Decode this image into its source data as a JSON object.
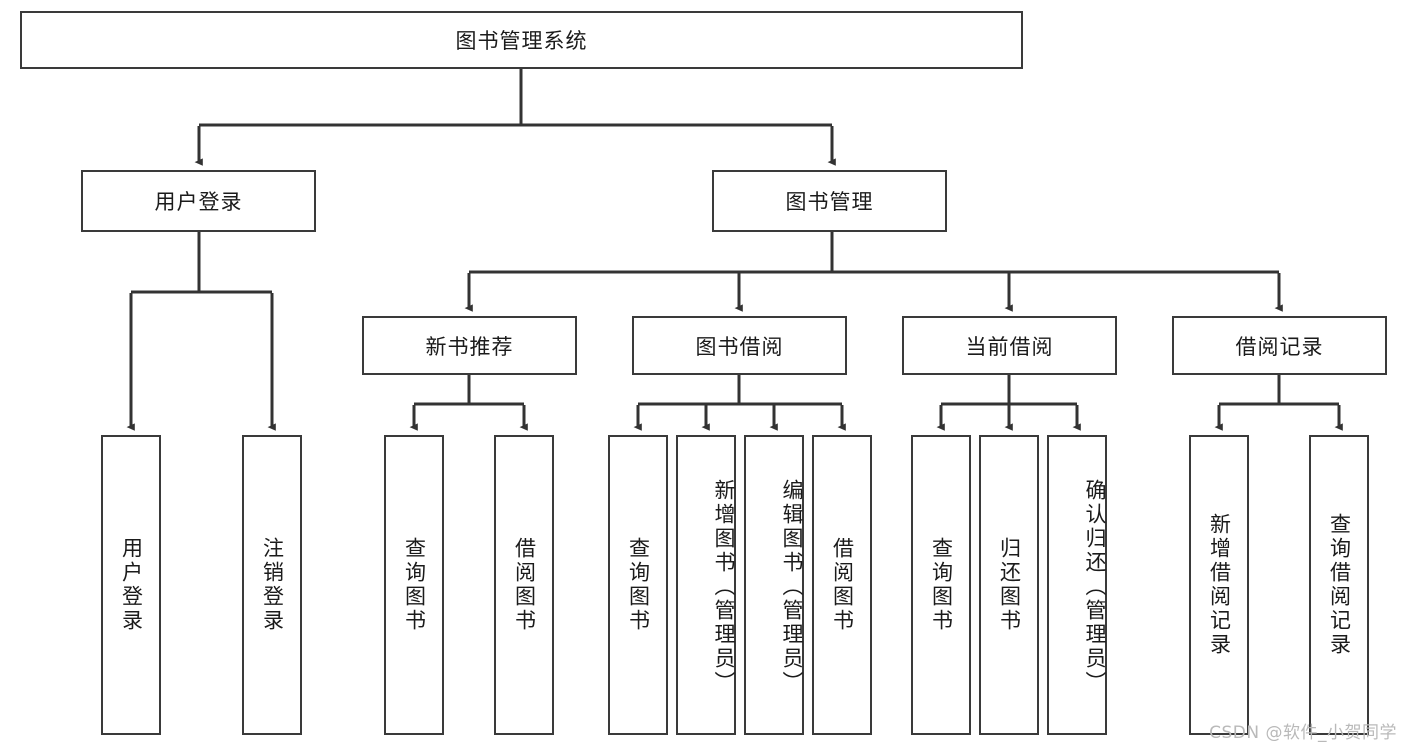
{
  "diagram": {
    "title": "图书管理系统",
    "type": "tree-hierarchy",
    "watermark": "CSDN @软件_小贺同学",
    "colors": {
      "box_border": "#3a3a3a",
      "box_fill": "#ffffff",
      "edge": "#333333",
      "text": "#1b1b1b",
      "watermark": "#b9b9b9"
    },
    "nodes": {
      "root": {
        "label": "图书管理系统",
        "level": 1,
        "orientation": "horizontal"
      },
      "user_login": {
        "label": "用户登录",
        "level": 2,
        "orientation": "horizontal"
      },
      "book_manage": {
        "label": "图书管理",
        "level": 2,
        "orientation": "horizontal"
      },
      "new_book_rec": {
        "label": "新书推荐",
        "level": 3,
        "orientation": "horizontal"
      },
      "book_borrow": {
        "label": "图书借阅",
        "level": 3,
        "orientation": "horizontal"
      },
      "current_borrow": {
        "label": "当前借阅",
        "level": 3,
        "orientation": "horizontal"
      },
      "borrow_record": {
        "label": "借阅记录",
        "level": 3,
        "orientation": "horizontal"
      },
      "leaf_user_login": {
        "label": "用户登录",
        "level": 3,
        "orientation": "vertical"
      },
      "leaf_logout": {
        "label": "注销登录",
        "level": 3,
        "orientation": "vertical"
      },
      "leaf_query_book_1": {
        "label": "查询图书",
        "level": 4,
        "orientation": "vertical"
      },
      "leaf_borrow_book_1": {
        "label": "借阅图书",
        "level": 4,
        "orientation": "vertical"
      },
      "leaf_query_book_2": {
        "label": "查询图书",
        "level": 4,
        "orientation": "vertical"
      },
      "leaf_add_book": {
        "label": "新增图书（管理员）",
        "level": 4,
        "orientation": "vertical"
      },
      "leaf_edit_book": {
        "label": "编辑图书（管理员）",
        "level": 4,
        "orientation": "vertical"
      },
      "leaf_borrow_book_2": {
        "label": "借阅图书",
        "level": 4,
        "orientation": "vertical"
      },
      "leaf_query_book_3": {
        "label": "查询图书",
        "level": 4,
        "orientation": "vertical"
      },
      "leaf_return_book": {
        "label": "归还图书",
        "level": 4,
        "orientation": "vertical"
      },
      "leaf_confirm_return": {
        "label": "确认归还（管理员）",
        "level": 4,
        "orientation": "vertical"
      },
      "leaf_add_record": {
        "label": "新增借阅记录",
        "level": 4,
        "orientation": "vertical"
      },
      "leaf_query_record": {
        "label": "查询借阅记录",
        "level": 4,
        "orientation": "vertical"
      }
    },
    "edges": [
      {
        "from": "root",
        "to": "user_login"
      },
      {
        "from": "root",
        "to": "book_manage"
      },
      {
        "from": "user_login",
        "to": "leaf_user_login"
      },
      {
        "from": "user_login",
        "to": "leaf_logout"
      },
      {
        "from": "book_manage",
        "to": "new_book_rec"
      },
      {
        "from": "book_manage",
        "to": "book_borrow"
      },
      {
        "from": "book_manage",
        "to": "current_borrow"
      },
      {
        "from": "book_manage",
        "to": "borrow_record"
      },
      {
        "from": "new_book_rec",
        "to": "leaf_query_book_1"
      },
      {
        "from": "new_book_rec",
        "to": "leaf_borrow_book_1"
      },
      {
        "from": "book_borrow",
        "to": "leaf_query_book_2"
      },
      {
        "from": "book_borrow",
        "to": "leaf_add_book"
      },
      {
        "from": "book_borrow",
        "to": "leaf_edit_book"
      },
      {
        "from": "book_borrow",
        "to": "leaf_borrow_book_2"
      },
      {
        "from": "current_borrow",
        "to": "leaf_query_book_3"
      },
      {
        "from": "current_borrow",
        "to": "leaf_return_book"
      },
      {
        "from": "current_borrow",
        "to": "leaf_confirm_return"
      },
      {
        "from": "borrow_record",
        "to": "leaf_add_record"
      },
      {
        "from": "borrow_record",
        "to": "leaf_query_record"
      }
    ]
  }
}
